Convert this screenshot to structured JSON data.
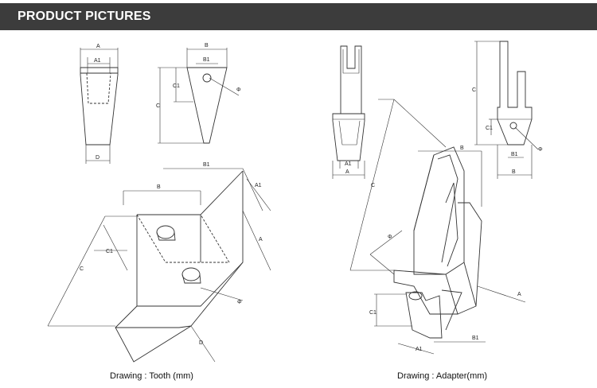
{
  "header": {
    "title": "PRODUCT PICTURES"
  },
  "captions": {
    "tooth": "Drawing : Tooth (mm)",
    "adapter": "Drawing : Adapter(mm)"
  },
  "labels": {
    "A": "A",
    "A1": "A1",
    "B": "B",
    "B1": "B1",
    "C": "C",
    "C1": "C1",
    "D": "D",
    "phi": "Φ"
  },
  "colors": {
    "header_bg": "#3c3c3c",
    "header_text": "#ffffff",
    "line": "#333333"
  }
}
